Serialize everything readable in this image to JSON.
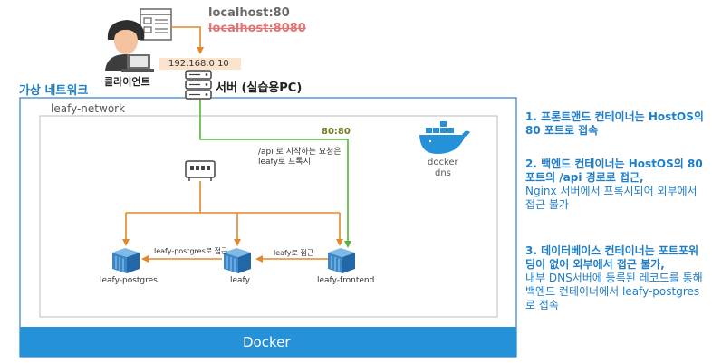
{
  "colors": {
    "accent_blue": "#1e7ec8",
    "docker_bar": "#2591d9",
    "host_link": "#e0882a",
    "proxy_link": "#55b33b",
    "strike_red": "#e57373",
    "dark_label": "#6d7a1e"
  },
  "client": {
    "label": "클라이언트",
    "url_primary": "localhost:80",
    "url_struck": "localhost:8080"
  },
  "server": {
    "ip": "192.168.0.10",
    "label": "서버 (실습용PC)"
  },
  "virtual_network": {
    "label": "가상 네트워크"
  },
  "leafy_network": {
    "label": "leafy-network"
  },
  "port_mapping": "80:80",
  "proxy_note": {
    "line1": "/api 로 시작하는 요청은",
    "line2": "leafy로 프록시"
  },
  "docker_dns": {
    "line1": "docker",
    "line2": "dns"
  },
  "containers": {
    "postgres": "leafy-postgres",
    "backend": "leafy",
    "frontend": "leafy-frontend"
  },
  "edges": {
    "leafy_to_postgres": "leafy-postgres로 접근",
    "frontend_to_leafy": "leafy로 접근"
  },
  "docker_bar": {
    "label": "Docker"
  },
  "notes": [
    {
      "heading": "1. 프론트앤드 컨테이너는 HostOS의 80 포트로 접속",
      "body": ""
    },
    {
      "heading": "2. 백엔드 컨테이너는 HostOS의 80포트의 /api 경로로 접근,",
      "body": "Nginx 서버에서 프록시되어 외부에서 접근 불가"
    },
    {
      "heading": "3. 데이터베이스 컨테이너는 포트포워딩이 없어 외부에서 접근 불가,",
      "body": "내부 DNS서버에 등록된 레코드를 통해 백엔드 컨테이너에서 leafy-postgres로 접속"
    }
  ],
  "icons": {
    "client": "person-laptop-icon",
    "browser": "browser-window-icon",
    "server": "server-rack-icon",
    "router": "network-switch-icon",
    "docker": "docker-whale-icon",
    "container": "container-icon"
  }
}
